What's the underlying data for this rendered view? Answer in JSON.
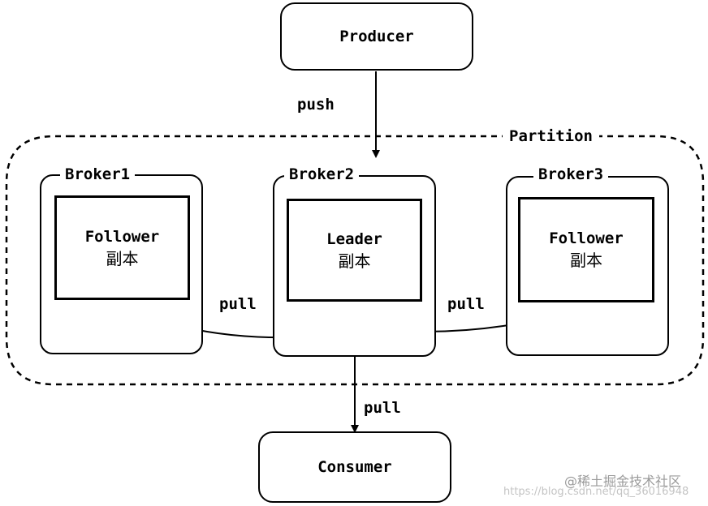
{
  "nodes": {
    "producer": "Producer",
    "consumer": "Consumer",
    "partition": "Partition"
  },
  "brokers": [
    {
      "name": "Broker1",
      "role": "Follower",
      "sub": "副本"
    },
    {
      "name": "Broker2",
      "role": "Leader",
      "sub": "副本"
    },
    {
      "name": "Broker3",
      "role": "Follower",
      "sub": "副本"
    }
  ],
  "edges": {
    "push": "push",
    "pull_left": "pull",
    "pull_right": "pull",
    "pull_consumer": "pull"
  },
  "watermark": {
    "site": "@稀土掘金技术社区",
    "url": "https://blog.csdn.net/qq_36016948"
  }
}
